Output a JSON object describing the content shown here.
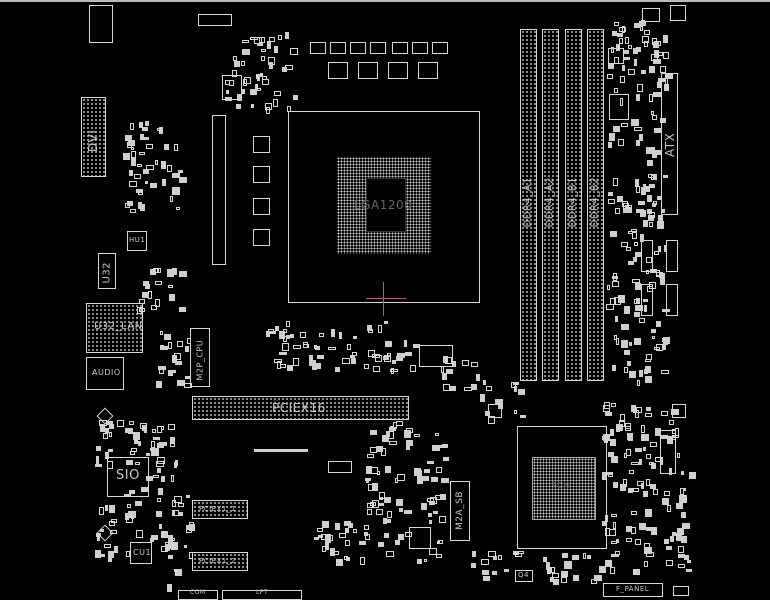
{
  "board": {
    "cpu_socket": "LGA1200",
    "dimm_slots": [
      "DDR4_A1",
      "DDR4_A2",
      "DDR4_B1",
      "DDR4_B2"
    ],
    "power_connector": "ATX",
    "display_connector": "DVI",
    "lan_chip": "U32_LAN",
    "audio_chip": "AUDIO",
    "super_io": "SIO",
    "m2_cpu": "M2P_CPU",
    "m2_sb": "M2A_SB",
    "pcie_x16": "PCIEX16",
    "pcie_x1_1": "PCIEX1_1",
    "pcie_x1_2": "PCIEX1_2",
    "cu1": "CU1",
    "u32": "U32",
    "hu1": "HU1",
    "q4": "Q4",
    "front_panel": "F_PANEL",
    "com": "COM",
    "lpt": "LPT",
    "pch": "PCH"
  },
  "colors": {
    "background": "#000000",
    "outline": "#d8d8d8",
    "cursor": "#b06060"
  }
}
